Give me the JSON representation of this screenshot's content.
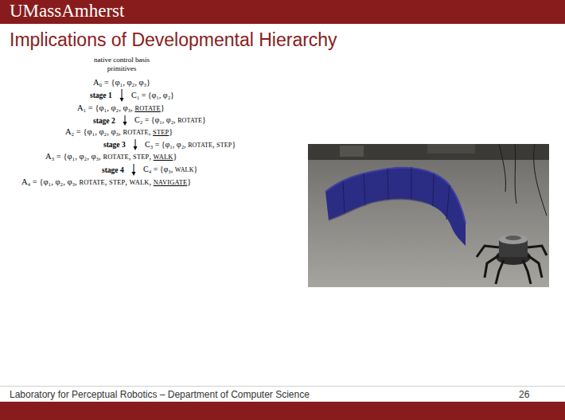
{
  "diagram": {
    "title": "Implications of Developmental Hierarchy",
    "nodes": [
      {
        "text": [
          "A₀ = {φ₁, φ₂, φ₃}"
        ]
      },
      {
        "text": [
          "A₁ = {φ₁, φ₂, φ₃, ROTATE}"
        ]
      },
      {
        "text": [
          "A₂ = {φ₁, φ₂, φ₃, ROTATE, STEP}"
        ]
      },
      {
        "text": [
          "A₃ = {φ₁, φ₂, φ₃, ROTATE, STEP, WALK}"
        ]
      },
      {
        "text": [
          "A₄ = {φ₁, φ₂, φ₃, ROTATE, STEP, WALK, NAVIGATE}"
        ]
      }
    ],
    "edges": [
      {
        "from": 0,
        "to": 1,
        "arrow": "to",
        "label": "stage 1"
      },
      {
        "from": 1,
        "to": 2,
        "arrow": "to",
        "label": "stage 2"
      },
      {
        "from": 2,
        "to": 3,
        "arrow": "to",
        "label": "stage 3"
      },
      {
        "from": 3,
        "to": 4,
        "arrow": "to",
        "label": "stage 4"
      }
    ],
    "labels": [
      "UMassAmherst",
      "native control basis primitives",
      "C₁ = {φ₁, φ₂}",
      "C₂ = {φ₁, φ₂, ROTATE}",
      "C₃ = {φ₁, φ₂, ROTATE, STEP}",
      "C₄ = {φ₃, WALK}",
      "Laboratory for Perceptual Robotics – Department of Computer Science",
      "26"
    ]
  }
}
